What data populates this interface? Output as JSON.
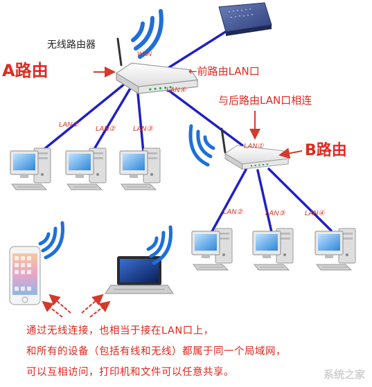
{
  "labels": {
    "wireless_router": "无线路由器",
    "wan": "WAN",
    "a_router": "A路由",
    "front_router_lan": "←前路由LAN口",
    "connect_rear_lan": "与后路由LAN口相连",
    "b_router": "B路由",
    "a_lan1": "LAN①",
    "a_lan2": "LAN②",
    "a_lan3": "LAN③",
    "a_lan4": "LAN④",
    "b_lan1": "LAN①",
    "b_lan2": "LAN②",
    "b_lan3": "LAN③",
    "b_lan4": "LAN④"
  },
  "caption": {
    "line1": "通过无线连接，也相当于接在LAN口上，",
    "line2": "和所有的设备（包括有线和无线）都属于同一个局域网，",
    "line3": "可以互相访问，打印机和文件可以任意共享。"
  },
  "watermark": "系统之家",
  "colors": {
    "cable": "#1f1fc8",
    "wifi": "#1d6fdb",
    "label_red": "#e02a1f",
    "annotation_arrow": "#d33a2c"
  },
  "icons": {
    "modem": "modem-icon",
    "router": "router-icon",
    "computer": "desktop-computer-icon",
    "phone": "smartphone-icon",
    "laptop": "laptop-icon",
    "wifi": "wifi-signal-icon"
  }
}
